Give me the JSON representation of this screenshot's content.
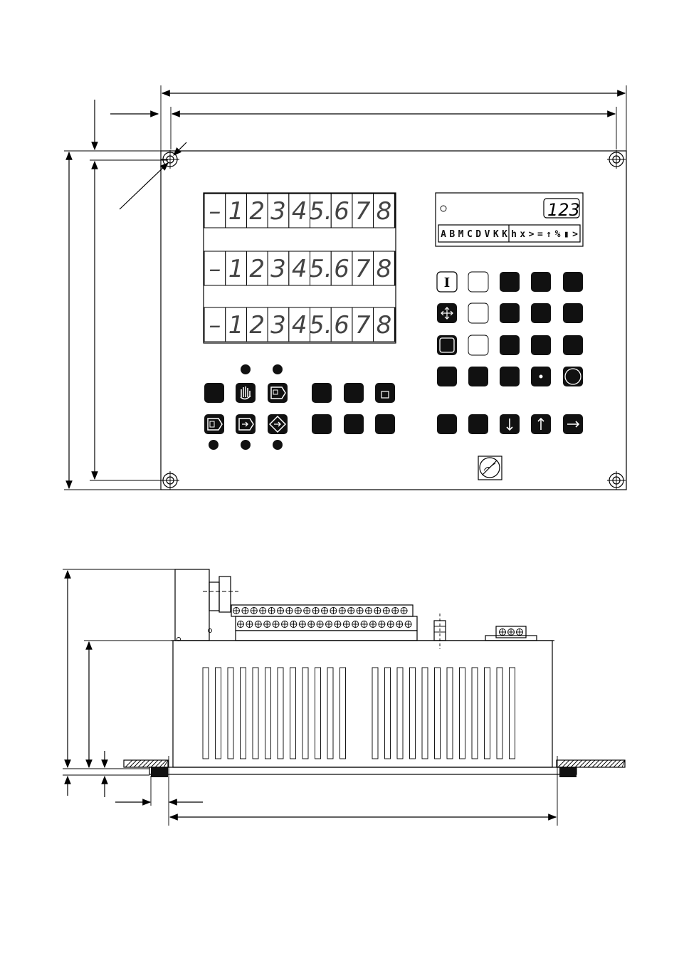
{
  "display": {
    "rows": [
      {
        "sign": "–",
        "digits": [
          "1",
          "2",
          "3",
          "4",
          "5.",
          "6",
          "7",
          "8"
        ]
      },
      {
        "sign": "–",
        "digits": [
          "1",
          "2",
          "3",
          "4",
          "5.",
          "6",
          "7",
          "8"
        ]
      },
      {
        "sign": "–",
        "digits": [
          "1",
          "2",
          "3",
          "4",
          "5.",
          "6",
          "7",
          "8"
        ]
      }
    ]
  },
  "status_display": {
    "counter": "123",
    "left_chars": [
      "A",
      "B",
      "M",
      "C",
      "D",
      "V",
      "K",
      "K"
    ],
    "right_chars": [
      "h",
      "x",
      ">",
      "=",
      "↑",
      "%",
      "▮",
      ">"
    ]
  },
  "keypad": {
    "label_i": "I",
    "dot": "•"
  }
}
